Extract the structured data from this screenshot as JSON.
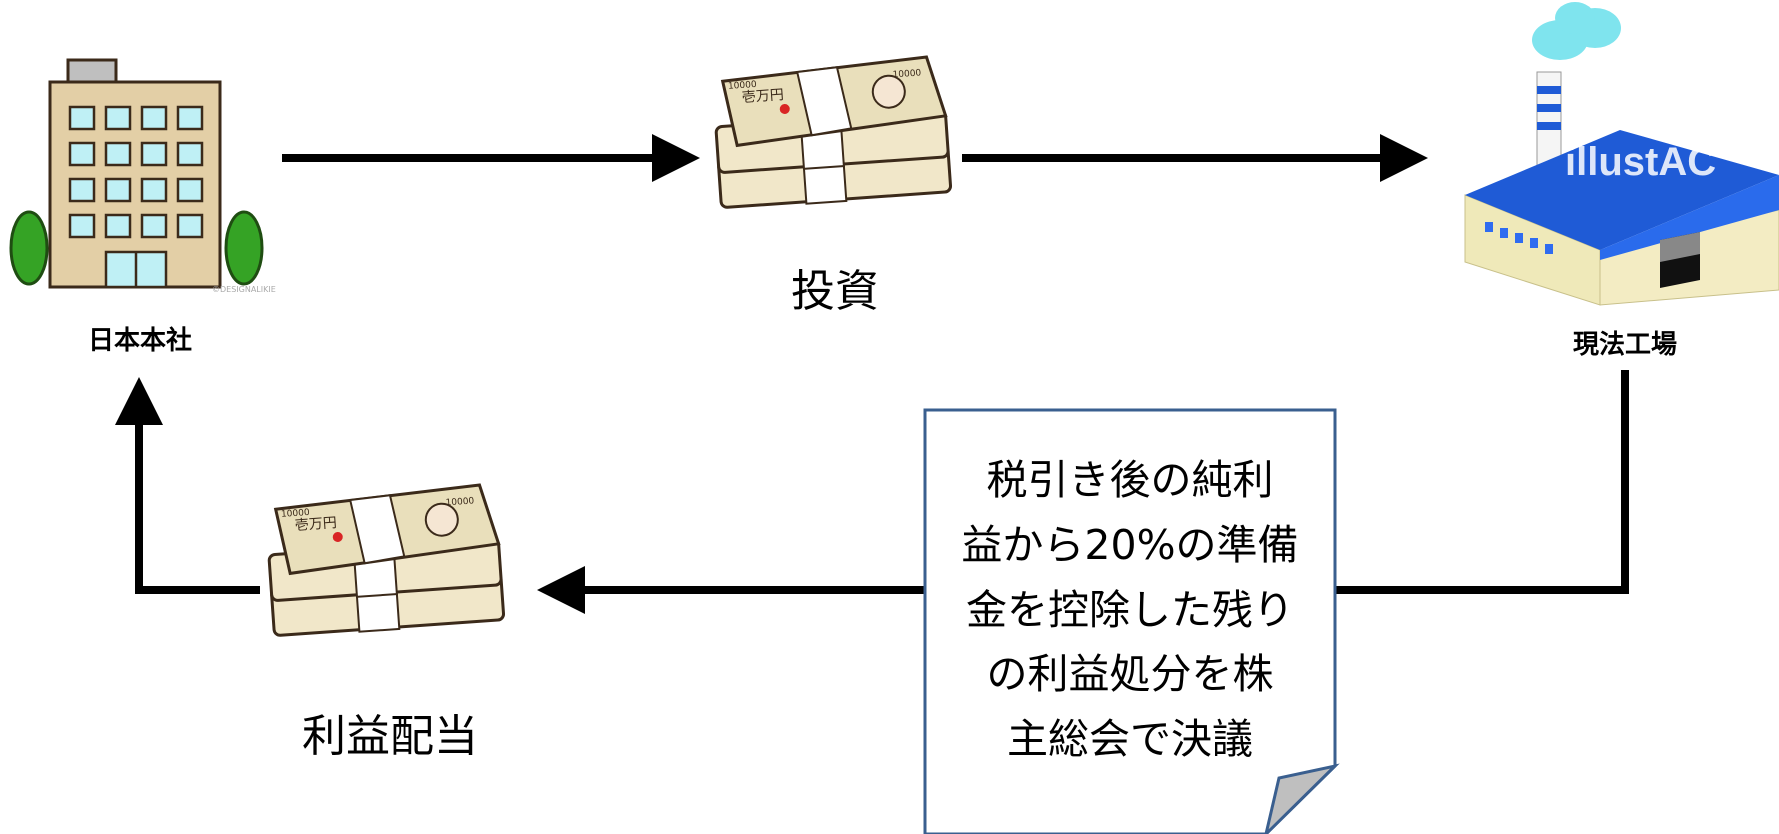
{
  "nodes": {
    "headquarters": {
      "label": "日本本社"
    },
    "factory": {
      "label": "現法工場"
    }
  },
  "flows": {
    "investment": {
      "label": "投資"
    },
    "dividend": {
      "label": "利益配当"
    }
  },
  "note": {
    "lines": [
      "税引き後の純利",
      "益から20%の準備",
      "金を控除した残り",
      "の利益処分を株",
      "主総会で決議"
    ]
  },
  "watermark": {
    "text": "illustAC"
  },
  "copyright": {
    "text": "©DESIGNALIKIE"
  },
  "money_bundle": {
    "text": "壱万円",
    "denomination": "10000"
  },
  "colors": {
    "arrow": "#000000",
    "building": "#e3cfa6",
    "window": "#bff0f5",
    "tree": "#35a325",
    "factory_roof": "#1f5bd6",
    "factory_wall": "#efe9b9",
    "smoke": "#7fe4ee",
    "note_border": "#3a5f8f"
  }
}
